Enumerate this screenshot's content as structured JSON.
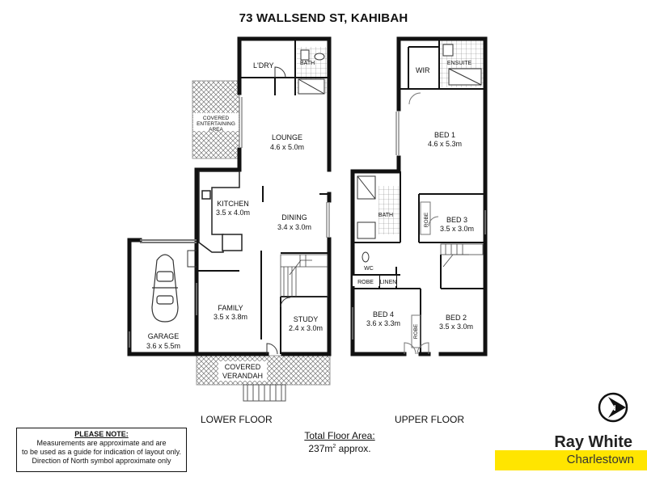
{
  "title": "73 WALLSEND ST, KAHIBAH",
  "lower_floor": {
    "label": "LOWER FLOOR",
    "rooms": {
      "laundry": "L'DRY",
      "bath": "BATH",
      "covered_entertaining_1": "COVERED",
      "covered_entertaining_2": "ENTERTAINING",
      "covered_entertaining_3": "AREA",
      "lounge": "LOUNGE",
      "lounge_size": "4.6 x 5.0m",
      "kitchen": "KITCHEN",
      "kitchen_size": "3.5 x 4.0m",
      "dining": "DINING",
      "dining_size": "3.4 x 3.0m",
      "family": "FAMILY",
      "family_size": "3.5 x 3.8m",
      "study": "STUDY",
      "study_size": "2.4 x 3.0m",
      "garage": "GARAGE",
      "garage_size": "3.6 x 5.5m",
      "verandah_1": "COVERED",
      "verandah_2": "VERANDAH"
    }
  },
  "upper_floor": {
    "label": "UPPER FLOOR",
    "rooms": {
      "wir": "WIR",
      "ensuite": "ENSUITE",
      "bed1": "BED 1",
      "bed1_size": "4.6 x 5.3m",
      "bath": "BATH",
      "robe_bed3": "ROBE",
      "bed3": "BED 3",
      "bed3_size": "3.5 x 3.0m",
      "wc": "WC",
      "robe": "ROBE",
      "linen": "LINEN",
      "bed4": "BED 4",
      "bed4_size": "3.6 x 3.3m",
      "robe_bed2": "ROBE",
      "bed2": "BED 2",
      "bed2_size": "3.5 x 3.0m"
    }
  },
  "total_area": {
    "label": "Total Floor Area:",
    "value": "237m",
    "superscript": "2",
    "suffix": " approx."
  },
  "note": {
    "heading": "PLEASE NOTE:",
    "line1": "Measurements are approximate and are",
    "line2": "to be used as a guide for indication of layout only.",
    "line3": "Direction of North symbol approximate only"
  },
  "compass": {
    "letter": "N",
    "icon": "north-arrow-icon"
  },
  "brand": {
    "name": "Ray White",
    "office": "Charlestown",
    "accent": "#ffe500"
  }
}
